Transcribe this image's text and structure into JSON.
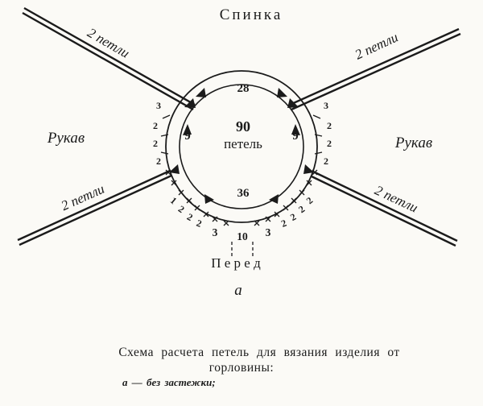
{
  "diagram": {
    "back_label": "Спинка",
    "front_label": "П е р е д",
    "sleeve_left": "Рукав",
    "sleeve_right": "Рукав",
    "edge_labels": {
      "top_left": "2 петли",
      "top_right": "2 петли",
      "bottom_left": "2 петли",
      "bottom_right": "2 петли"
    },
    "center": {
      "value": "90",
      "unit": "петель"
    },
    "top_count": "28",
    "bottom_count": "36",
    "left_count": "9",
    "right_count": "9",
    "left_column": [
      "3",
      "2",
      "2",
      "2"
    ],
    "right_column": [
      "3",
      "2",
      "2",
      "2"
    ],
    "bottom_left_arc": [
      "1",
      "2",
      "2",
      "2"
    ],
    "bottom_right_arc": [
      "2",
      "2",
      "2",
      "2"
    ],
    "bottom_left_big": "3",
    "bottom_center": "10",
    "bottom_right_big": "3",
    "variant": "а"
  },
  "caption": {
    "line1": "Схема расчета петель для вязания изделия от",
    "line2": "горловины:",
    "note": "а — без застежки;"
  }
}
